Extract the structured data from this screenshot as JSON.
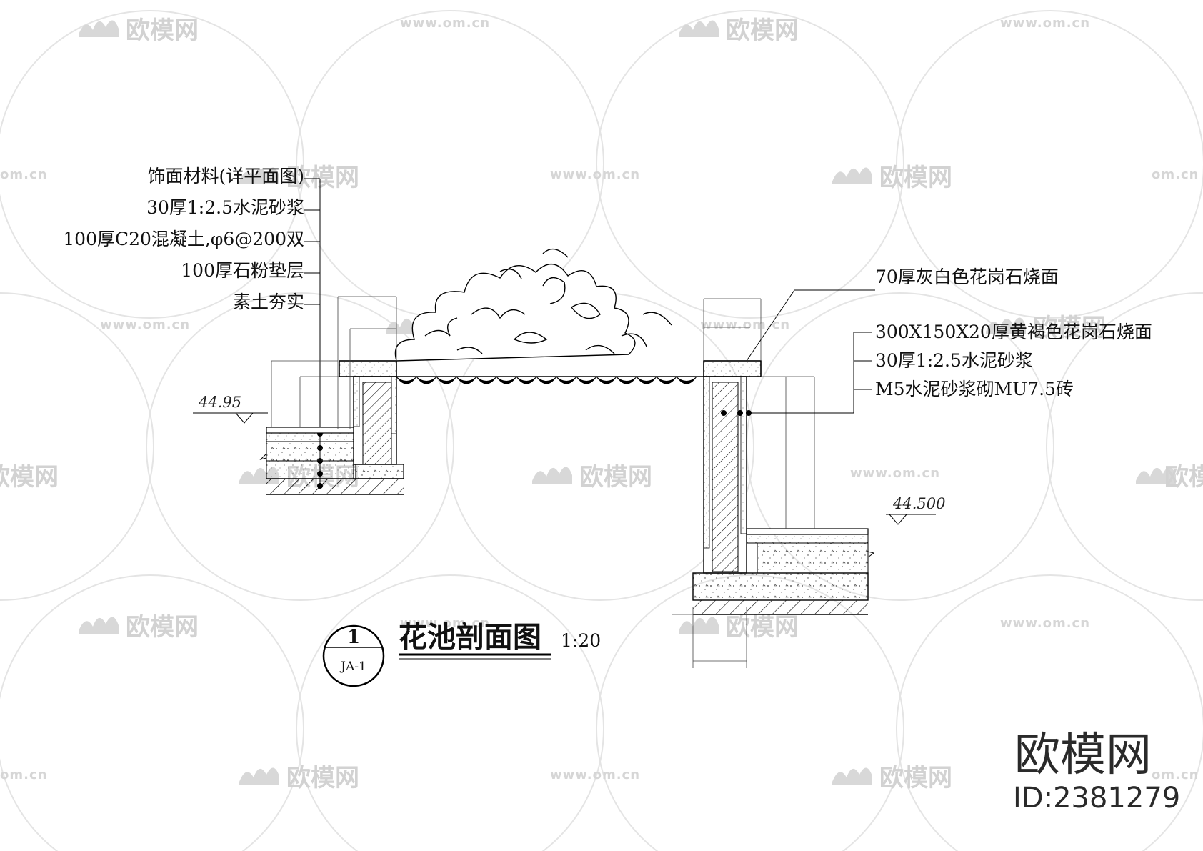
{
  "drawing": {
    "title": "花池剖面图",
    "scale": "1:20",
    "detail_mark": {
      "number": "1",
      "sheet": "JA-1"
    },
    "left_notes": [
      "饰面材料(详平面图)",
      "30厚1:2.5水泥砂浆",
      "100厚C20混凝土,φ6@200双",
      "100厚石粉垫层",
      "素土夯实"
    ],
    "right_top_note": "70厚灰白色花岗石烧面",
    "right_notes": [
      "300X150X20厚黄褐色花岗石烧面",
      "30厚1:2.5水泥砂浆",
      "M5水泥砂浆砌MU7.5砖"
    ],
    "levels": {
      "left": "44.95",
      "right": "44.500"
    }
  },
  "watermark": {
    "brand": "欧模网",
    "url": "www.om.cn",
    "url_short": "om.cn",
    "id_label": "ID:2381279"
  },
  "colors": {
    "ink": "#000000",
    "watermark": "#d2d2d2",
    "background": "#ffffff"
  }
}
